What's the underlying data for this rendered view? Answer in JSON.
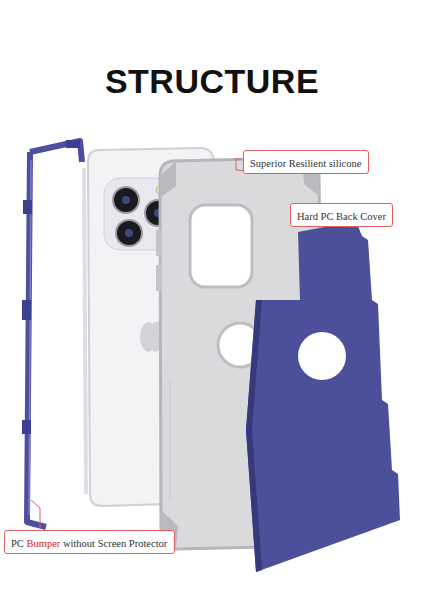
{
  "diagram": {
    "title": "STRUCTURE",
    "nodes": [
      {
        "text": [
          "Superior Resilient silicone"
        ]
      },
      {
        "text": [
          "Hard PC Back Cover"
        ]
      },
      {
        "text": [
          "PC Bumper without Screen Protector"
        ]
      }
    ]
  }
}
